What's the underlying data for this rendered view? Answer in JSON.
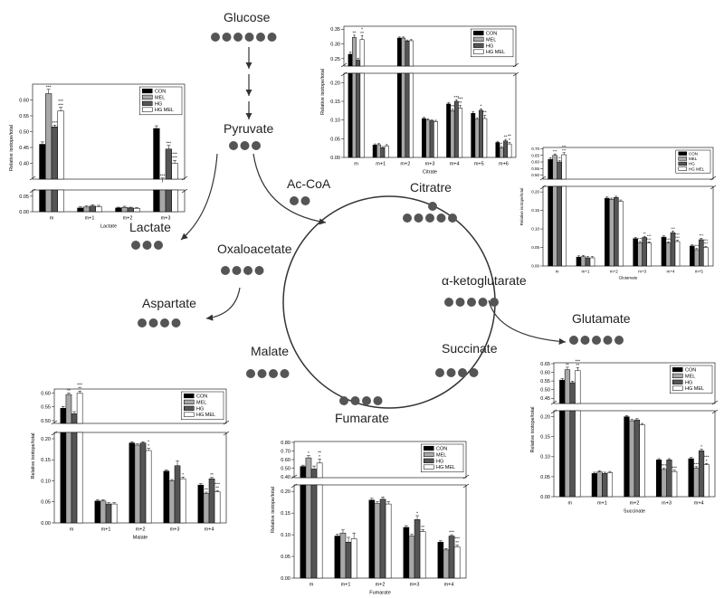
{
  "pathway": {
    "glucose": "Glucose",
    "pyruvate": "Pyruvate",
    "lactate": "Lactate",
    "acoa": "Ac-CoA",
    "citrate": "Citratre",
    "oxaloacetate": "Oxaloacetate",
    "aketo": "α-ketoglutarate",
    "glutamate": "Glutamate",
    "aspartate": "Aspartate",
    "succinate": "Succinate",
    "malate": "Malate",
    "fumarate": "Fumarate"
  },
  "chart_data": [
    {
      "id": "lactate",
      "type": "bar",
      "xlabel": "Lactate",
      "ylabel": "Relative isotope/total",
      "categories": [
        "m",
        "m+1",
        "m+2",
        "m+3"
      ],
      "series": [
        {
          "name": "CON",
          "values": [
            0.46,
            0.012,
            0.012,
            0.51
          ]
        },
        {
          "name": "MEL",
          "values": [
            0.62,
            0.015,
            0.014,
            0.34
          ]
        },
        {
          "name": "HG",
          "values": [
            0.515,
            0.018,
            0.012,
            0.445
          ]
        },
        {
          "name": "HG MEL",
          "values": [
            0.565,
            0.016,
            0.011,
            0.4
          ]
        }
      ],
      "errors": [
        [
          0.006,
          0.002,
          0.001,
          0.007
        ],
        [
          0.012,
          0.002,
          0.002,
          0.012
        ],
        [
          0.004,
          0.003,
          0.001,
          0.01
        ],
        [
          0.01,
          0.003,
          0.001,
          0.008
        ]
      ],
      "stars": [
        [
          "",
          "",
          "",
          ""
        ],
        [
          "***",
          "",
          "",
          "***"
        ],
        [
          "***",
          "",
          "",
          "***"
        ],
        [
          "***\n***",
          "",
          "",
          "***\n***"
        ]
      ],
      "low": {
        "ticks": [
          "0.00",
          "0.05"
        ],
        "ylim": [
          0,
          0.07
        ]
      },
      "high": {
        "ticks": [
          "0.40",
          "0.45",
          "0.50",
          "0.55",
          "0.60"
        ],
        "ylim": [
          0.35,
          0.65
        ]
      },
      "legend": [
        "CON",
        "MEL",
        "HG",
        "HG MEL"
      ]
    },
    {
      "id": "citrate",
      "type": "bar",
      "xlabel": "Citrate",
      "ylabel": "Relative isotope/total",
      "categories": [
        "m",
        "m+1",
        "m+2",
        "m+3",
        "m+4",
        "m+5",
        "m+6"
      ],
      "series": [
        {
          "name": "CON",
          "values": [
            0.265,
            0.033,
            0.32,
            0.104,
            0.143,
            0.118,
            0.04
          ]
        },
        {
          "name": "MEL",
          "values": [
            0.322,
            0.034,
            0.32,
            0.1,
            0.125,
            0.102,
            0.026
          ]
        },
        {
          "name": "HG",
          "values": [
            0.245,
            0.026,
            0.31,
            0.098,
            0.15,
            0.126,
            0.044
          ]
        },
        {
          "name": "HG MEL",
          "values": [
            0.315,
            0.031,
            0.311,
            0.096,
            0.132,
            0.104,
            0.036
          ]
        }
      ],
      "errors": [
        [
          0.006,
          0.002,
          0.002,
          0.002,
          0.003,
          0.003,
          0.002
        ],
        [
          0.006,
          0.002,
          0.002,
          0.002,
          0.003,
          0.003,
          0.002
        ],
        [
          0.005,
          0.002,
          0.002,
          0.002,
          0.003,
          0.003,
          0.003
        ],
        [
          0.012,
          0.002,
          0.002,
          0.002,
          0.006,
          0.008,
          0.003
        ]
      ],
      "stars": [
        [
          "",
          "",
          "",
          "",
          "",
          "",
          ""
        ],
        [
          "**",
          "",
          "",
          "",
          "***",
          "",
          "*"
        ],
        [
          "",
          "",
          "",
          "",
          "***",
          "*",
          "**"
        ],
        [
          "*\n**",
          "",
          "",
          "",
          "***\n**",
          "**",
          "**\n*"
        ]
      ],
      "low": {
        "ticks": [
          "0.00",
          "0.05",
          "0.10",
          "0.15",
          "0.20"
        ],
        "ylim": [
          0,
          0.225
        ]
      },
      "high": {
        "ticks": [
          "0.25",
          "0.30",
          "0.35"
        ],
        "ylim": [
          0.225,
          0.36
        ]
      },
      "legend": [
        "CON",
        "MEL",
        "HG",
        "HG MEL"
      ]
    },
    {
      "id": "glutamate",
      "type": "bar",
      "xlabel": "Glutamate",
      "ylabel": "Relative isotope/total",
      "categories": [
        "m",
        "m+1",
        "m+2",
        "m+3",
        "m+4",
        "m+5"
      ],
      "series": [
        {
          "name": "CON",
          "values": [
            0.62,
            0.024,
            0.183,
            0.074,
            0.078,
            0.054
          ]
        },
        {
          "name": "MEL",
          "values": [
            0.65,
            0.025,
            0.18,
            0.063,
            0.062,
            0.044
          ]
        },
        {
          "name": "HG",
          "values": [
            0.6,
            0.022,
            0.185,
            0.077,
            0.09,
            0.071
          ]
        },
        {
          "name": "HG MEL",
          "values": [
            0.655,
            0.022,
            0.175,
            0.062,
            0.066,
            0.05
          ]
        }
      ],
      "errors": [
        [
          0.01,
          0.002,
          0.002,
          0.002,
          0.002,
          0.002
        ],
        [
          0.008,
          0.002,
          0.002,
          0.002,
          0.002,
          0.002
        ],
        [
          0.006,
          0.002,
          0.002,
          0.002,
          0.003,
          0.003
        ],
        [
          0.012,
          0.002,
          0.002,
          0.002,
          0.002,
          0.002
        ]
      ],
      "stars": [
        [
          "",
          "",
          "",
          "",
          "",
          ""
        ],
        [
          "***",
          "",
          "",
          "***",
          "***",
          "***"
        ],
        [
          "**",
          "",
          "",
          "**",
          "***",
          "***"
        ],
        [
          "***\n***",
          "",
          "",
          "***\n***",
          "***\n***",
          "***\n***"
        ]
      ],
      "low": {
        "ticks": [
          "0.00",
          "0.05",
          "0.10",
          "0.15",
          "0.20"
        ],
        "ylim": [
          0,
          0.215
        ]
      },
      "high": {
        "ticks": [
          "0.50",
          "0.55",
          "0.60",
          "0.65",
          "0.70"
        ],
        "ylim": [
          0.47,
          0.71
        ]
      },
      "legend": [
        "CON",
        "MEL",
        "HG",
        "HG MEL"
      ]
    },
    {
      "id": "succinate",
      "type": "bar",
      "xlabel": "Succinate",
      "ylabel": "Relative isotope/total",
      "categories": [
        "m",
        "m+1",
        "m+2",
        "m+3",
        "m+4"
      ],
      "series": [
        {
          "name": "CON",
          "values": [
            0.555,
            0.058,
            0.2,
            0.092,
            0.095
          ]
        },
        {
          "name": "MEL",
          "values": [
            0.615,
            0.062,
            0.19,
            0.068,
            0.072
          ]
        },
        {
          "name": "HG",
          "values": [
            0.54,
            0.058,
            0.192,
            0.092,
            0.115
          ]
        },
        {
          "name": "HG MEL",
          "values": [
            0.61,
            0.06,
            0.18,
            0.063,
            0.08
          ]
        }
      ],
      "errors": [
        [
          0.006,
          0.002,
          0.002,
          0.002,
          0.002
        ],
        [
          0.012,
          0.002,
          0.002,
          0.002,
          0.002
        ],
        [
          0.006,
          0.002,
          0.002,
          0.002,
          0.003
        ],
        [
          0.014,
          0.002,
          0.002,
          0.002,
          0.002
        ]
      ],
      "stars": [
        [
          "",
          "",
          "",
          "",
          ""
        ],
        [
          "**",
          "",
          "",
          "***",
          "***"
        ],
        [
          "",
          "",
          "",
          "",
          "*"
        ],
        [
          "***\n**",
          "",
          "",
          "***",
          "***\n*"
        ]
      ],
      "low": {
        "ticks": [
          "0.00",
          "0.05",
          "0.10",
          "0.15",
          "0.20"
        ],
        "ylim": [
          0,
          0.215
        ]
      },
      "high": {
        "ticks": [
          "0.45",
          "0.50",
          "0.55",
          "0.60",
          "0.65"
        ],
        "ylim": [
          0.42,
          0.655
        ]
      },
      "legend": [
        "CON",
        "MEL",
        "HG",
        "HG MEL"
      ]
    },
    {
      "id": "malate",
      "type": "bar",
      "xlabel": "Malate",
      "ylabel": "Relative isotope/total",
      "categories": [
        "m",
        "m+1",
        "m+2",
        "m+3",
        "m+4"
      ],
      "series": [
        {
          "name": "CON",
          "values": [
            0.545,
            0.052,
            0.19,
            0.123,
            0.09
          ]
        },
        {
          "name": "MEL",
          "values": [
            0.595,
            0.052,
            0.185,
            0.1,
            0.07
          ]
        },
        {
          "name": "HG",
          "values": [
            0.525,
            0.045,
            0.19,
            0.136,
            0.105
          ]
        },
        {
          "name": "HG MEL",
          "values": [
            0.6,
            0.045,
            0.172,
            0.105,
            0.074
          ]
        }
      ],
      "errors": [
        [
          0.005,
          0.002,
          0.002,
          0.002,
          0.002
        ],
        [
          0.003,
          0.002,
          0.002,
          0.002,
          0.002
        ],
        [
          0.006,
          0.002,
          0.002,
          0.01,
          0.002
        ],
        [
          0.006,
          0.002,
          0.004,
          0.003,
          0.002
        ]
      ],
      "stars": [
        [
          "",
          "",
          "",
          "",
          ""
        ],
        [
          "**",
          "",
          "",
          "",
          "**"
        ],
        [
          "",
          "",
          "",
          "",
          "**"
        ],
        [
          "***\n**",
          "",
          "*\n*",
          "*",
          "***\n**"
        ]
      ],
      "low": {
        "ticks": [
          "0.00",
          "0.05",
          "0.10",
          "0.15",
          "0.20"
        ],
        "ylim": [
          0,
          0.215
        ]
      },
      "high": {
        "ticks": [
          "0.50",
          "0.55",
          "0.60"
        ],
        "ylim": [
          0.49,
          0.615
        ]
      },
      "legend": [
        "CON",
        "MEL",
        "HG",
        "HG MEL"
      ]
    },
    {
      "id": "fumarate",
      "type": "bar",
      "xlabel": "Fumarate",
      "ylabel": "Relative isotope/total",
      "categories": [
        "m",
        "m+1",
        "m+2",
        "m+3",
        "m+4"
      ],
      "series": [
        {
          "name": "CON",
          "values": [
            0.52,
            0.097,
            0.18,
            0.117,
            0.083
          ]
        },
        {
          "name": "MEL",
          "values": [
            0.62,
            0.104,
            0.172,
            0.097,
            0.065
          ]
        },
        {
          "name": "HG",
          "values": [
            0.49,
            0.083,
            0.182,
            0.135,
            0.097
          ]
        },
        {
          "name": "HG MEL",
          "values": [
            0.56,
            0.091,
            0.171,
            0.107,
            0.072
          ]
        }
      ],
      "errors": [
        [
          0.01,
          0.003,
          0.003,
          0.003,
          0.002
        ],
        [
          0.02,
          0.006,
          0.003,
          0.003,
          0.002
        ],
        [
          0.03,
          0.01,
          0.004,
          0.008,
          0.002
        ],
        [
          0.04,
          0.012,
          0.004,
          0.004,
          0.003
        ]
      ],
      "stars": [
        [
          "",
          "",
          "",
          "",
          ""
        ],
        [
          "*",
          "",
          "",
          "",
          ""
        ],
        [
          "",
          "",
          "",
          "*",
          "***"
        ],
        [
          "**\n*",
          "",
          "",
          "**",
          "***\n**"
        ]
      ],
      "low": {
        "ticks": [
          "0.00",
          "0.05",
          "0.10",
          "0.15",
          "0.20"
        ],
        "ylim": [
          0,
          0.215
        ]
      },
      "high": {
        "ticks": [
          "0.40",
          "0.50",
          "0.60",
          "0.70",
          "0.80"
        ],
        "ylim": [
          0.39,
          0.81
        ]
      },
      "legend": [
        "CON",
        "MEL",
        "HG",
        "HG MEL"
      ]
    }
  ]
}
